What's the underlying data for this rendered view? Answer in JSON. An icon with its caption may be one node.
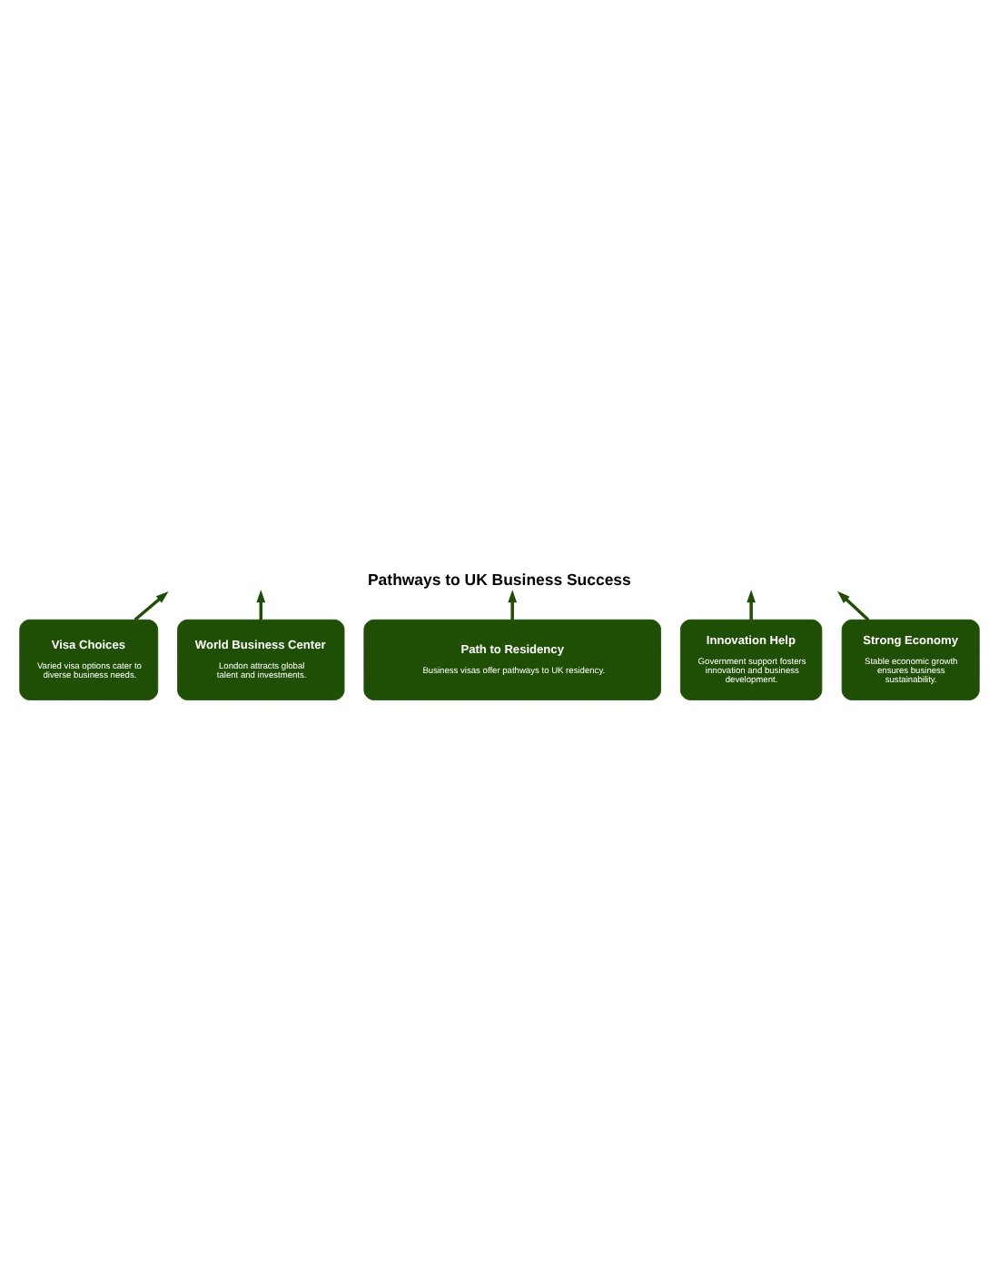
{
  "diagram": {
    "title": "Pathways to UK Business Success",
    "nodes": [
      {
        "text": [
          "Visa Choices",
          "Varied visa options cater to diverse business needs."
        ]
      },
      {
        "text": [
          "Strong Economy",
          "Stable economic growth ensures business sustainability."
        ]
      },
      {
        "text": [
          "World Business Center",
          "London attracts global talent and investments."
        ]
      },
      {
        "text": [
          "Innovation Help",
          "Government support fosters innovation and business development."
        ]
      },
      {
        "text": [
          "Path to Residency",
          "Business visas offer pathways to UK residency."
        ]
      }
    ],
    "edges": [
      {
        "from": 0,
        "to": null,
        "arrow": "to"
      },
      {
        "from": 2,
        "to": null,
        "arrow": "to"
      },
      {
        "from": 4,
        "to": null,
        "arrow": "to"
      },
      {
        "from": 3,
        "to": null,
        "arrow": "to"
      },
      {
        "from": 1,
        "to": null,
        "arrow": "to"
      }
    ]
  }
}
